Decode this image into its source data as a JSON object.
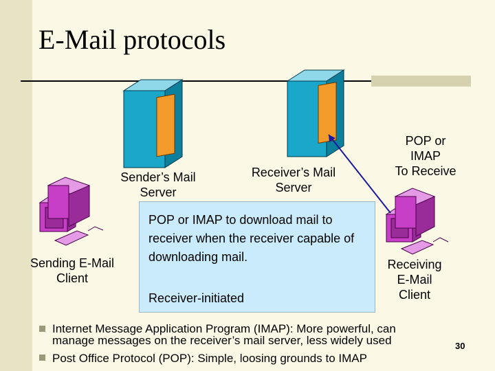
{
  "title": "E-Mail protocols",
  "labels": {
    "sender_server": "Sender’s Mail\nServer",
    "receiver_server": "Receiver’s Mail\nServer",
    "pop_imap": "POP or\nIMAP\nTo Receive",
    "sending_client": "Sending E-Mail\nClient",
    "receiving_client": "Receiving\nE-Mail\nClient"
  },
  "box": {
    "text": "POP or IMAP to download mail to receiver when the receiver capable of downloading mail.",
    "sub": "Receiver-initiated"
  },
  "bullets": [
    "Internet Message Application Program (IMAP): More powerful, can manage messages on the receiver’s mail server, less widely used",
    "Post Office Protocol (POP): Simple, loosing grounds to IMAP"
  ],
  "page_number": "30",
  "colors": {
    "server_body": "#1aa7c9",
    "server_panel": "#f29a2a",
    "computer": "#c63fc6",
    "box_fill": "#c9ebfb",
    "arrow": "#1a1aa0"
  }
}
